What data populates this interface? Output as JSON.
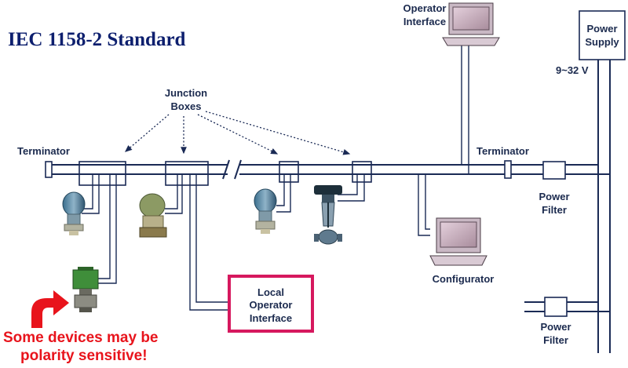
{
  "title": "IEC 1158-2 Standard",
  "labels": {
    "junction_boxes_line1": "Junction",
    "junction_boxes_line2": "Boxes",
    "terminator_left": "Terminator",
    "terminator_right": "Terminator",
    "operator_interface_line1": "Operator",
    "operator_interface_line2": "Interface",
    "power_supply_line1": "Power",
    "power_supply_line2": "Supply",
    "voltage": "9~32 V",
    "power_filter_1_line1": "Power",
    "power_filter_1_line2": "Filter",
    "power_filter_2_line1": "Power",
    "power_filter_2_line2": "Filter",
    "configurator": "Configurator",
    "local_operator_line1": "Local",
    "local_operator_line2": "Operator",
    "local_operator_line3": "Interface"
  },
  "warning": {
    "line1": "Some devices may be",
    "line2": "polarity sensitive!"
  },
  "colors": {
    "title": "#0d1f6e",
    "wire": "#1a2a55",
    "warning": "#e8141c",
    "local_operator_border": "#d6185e",
    "computer_screen": "#b8a0b0"
  },
  "icons": [
    "pressure-transmitter-icon",
    "control-valve-icon",
    "computer-terminal-icon",
    "red-curved-arrow-icon"
  ]
}
